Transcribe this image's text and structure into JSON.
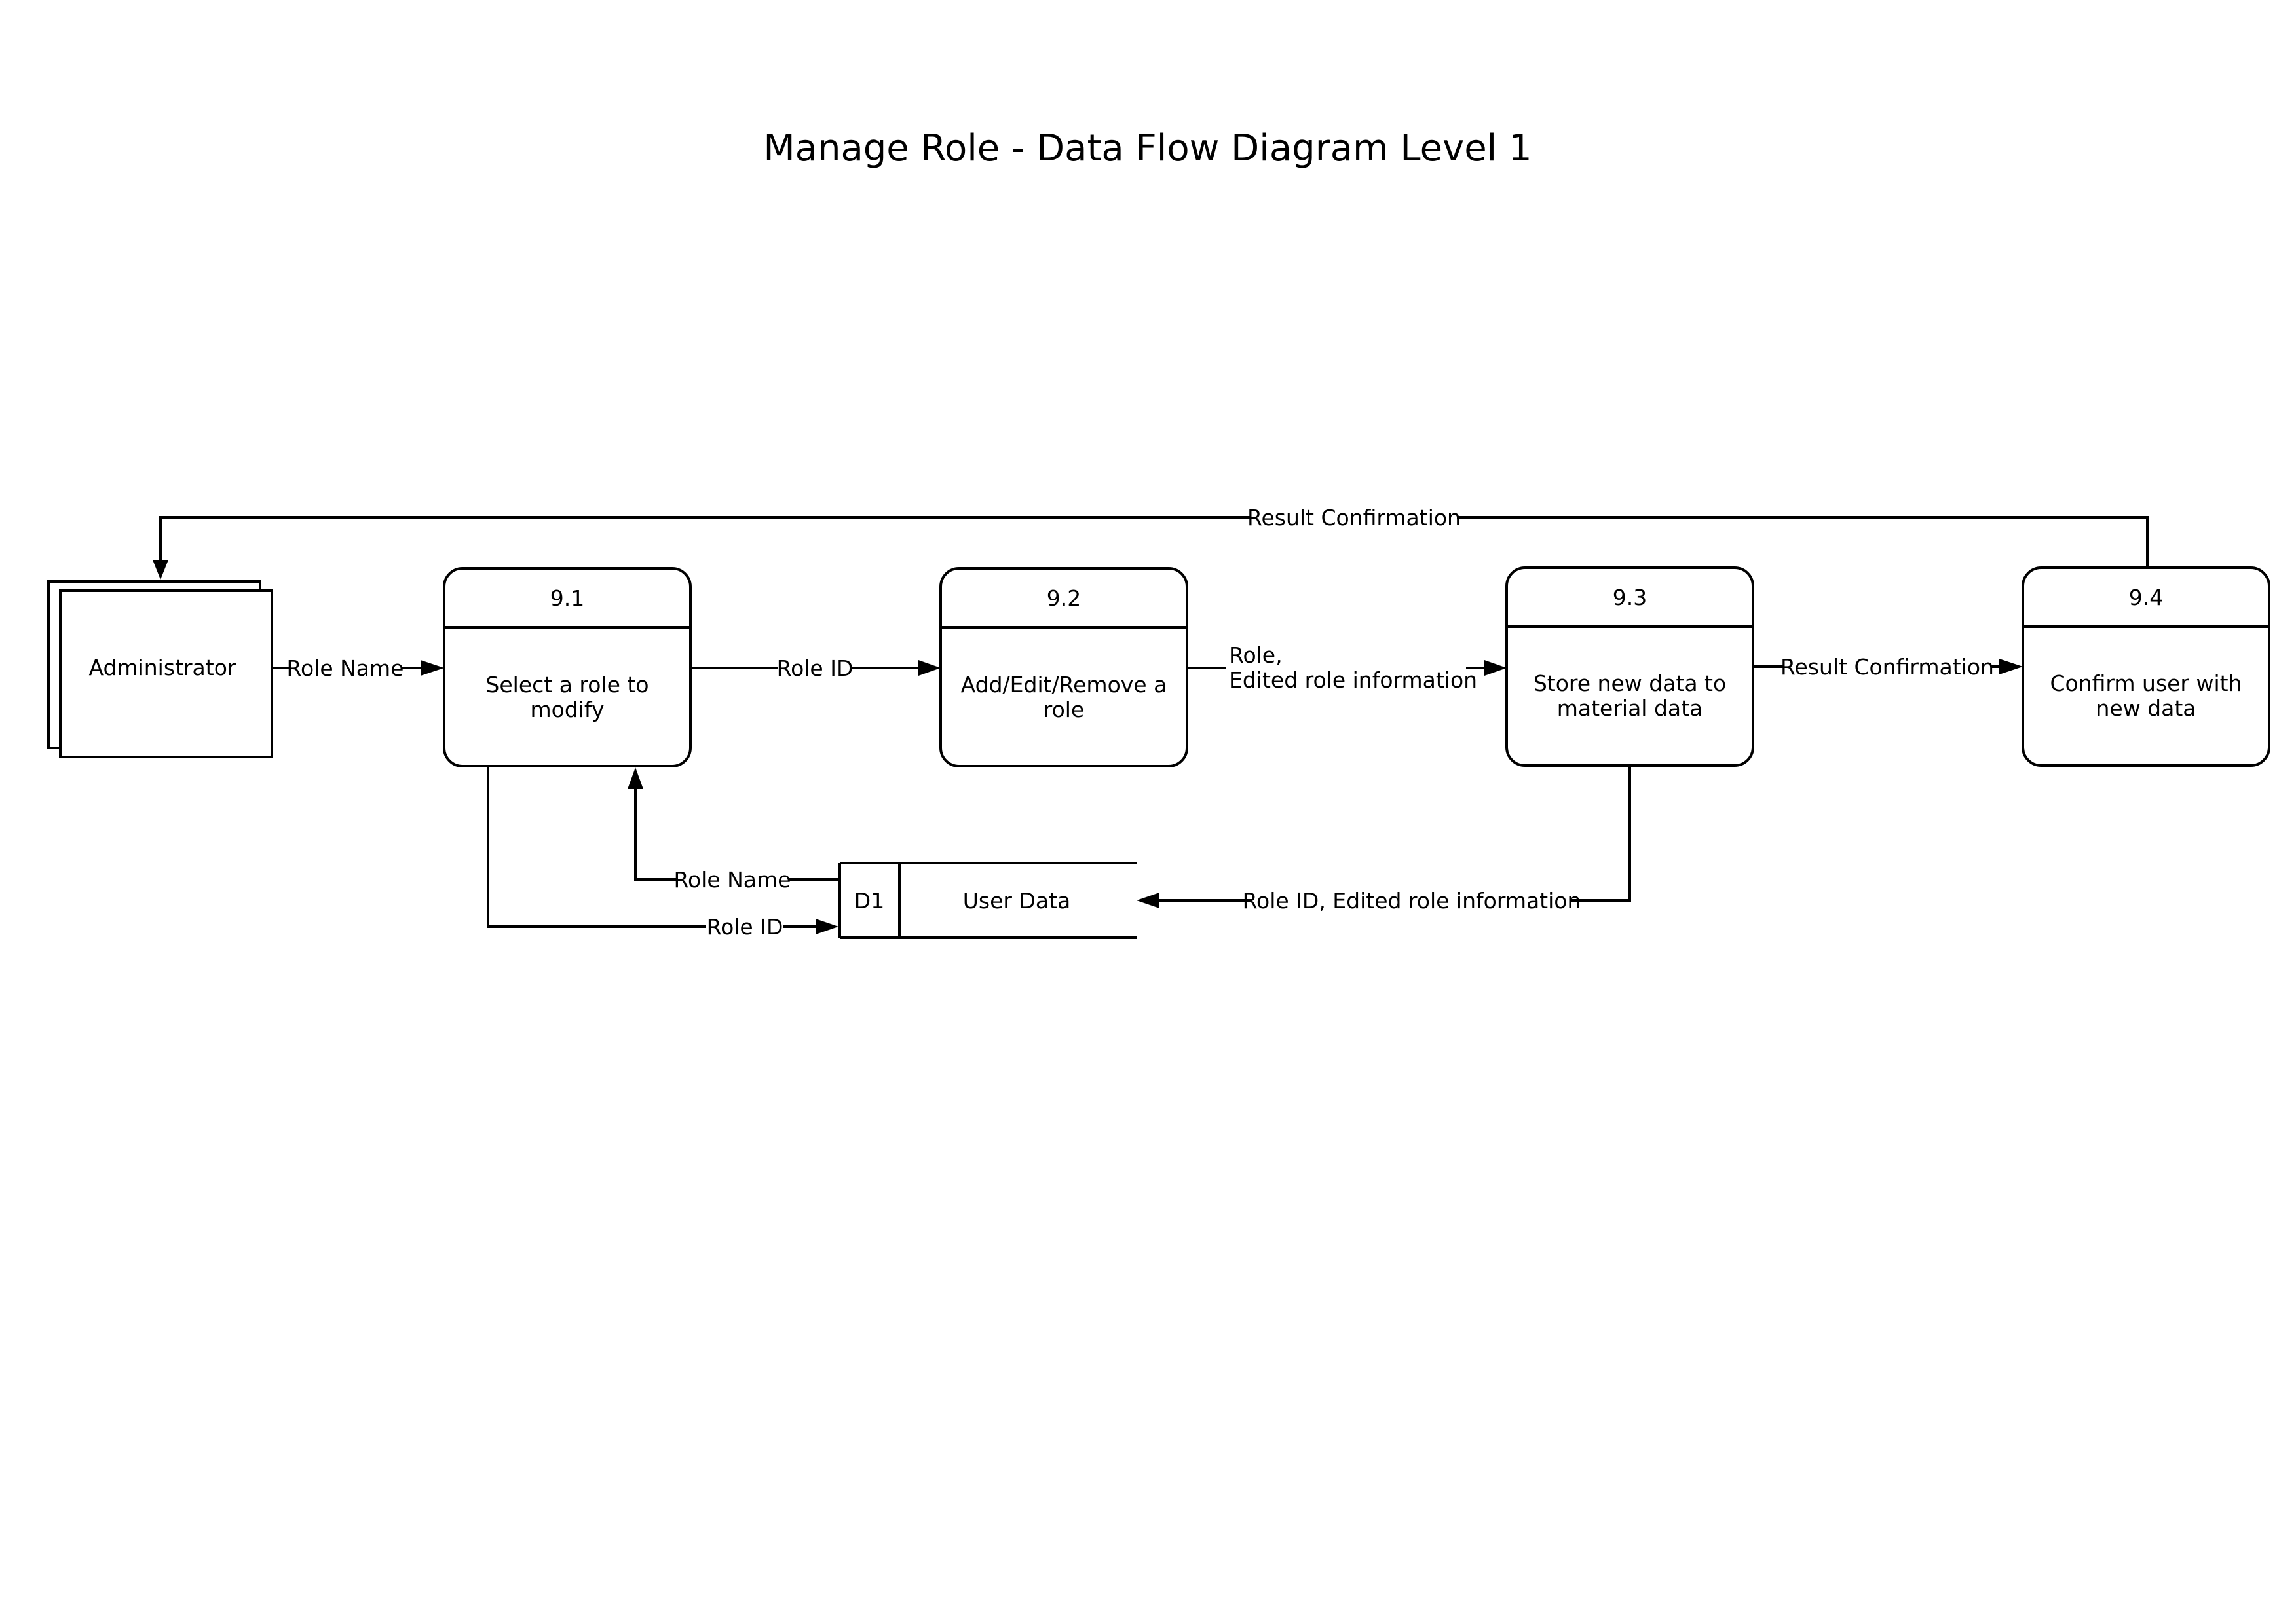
{
  "title": "Manage Role - Data Flow Diagram Level 1",
  "entity": {
    "label": "Administrator"
  },
  "processes": [
    {
      "id": "9.1",
      "label_lines": [
        "Select a role to",
        "modify"
      ]
    },
    {
      "id": "9.2",
      "label_lines": [
        "Add/Edit/Remove a",
        "role"
      ]
    },
    {
      "id": "9.3",
      "label_lines": [
        "Store new data to",
        "material data"
      ]
    },
    {
      "id": "9.4",
      "label_lines": [
        "Confirm user with",
        "new data"
      ]
    }
  ],
  "datastore": {
    "id": "D1",
    "label": "User Data"
  },
  "flows": {
    "result_confirmation_top": "Result Confirmation",
    "admin_to_91": "Role Name",
    "p91_to_92": "Role ID",
    "p92_to_93_line1": "Role,",
    "p92_to_93_line2": "Edited role information",
    "p93_to_94": "Result Confirmation",
    "d1_to_91": "Role Name",
    "p91_to_d1": "Role ID",
    "p93_to_d1": "Role ID, Edited role information"
  }
}
